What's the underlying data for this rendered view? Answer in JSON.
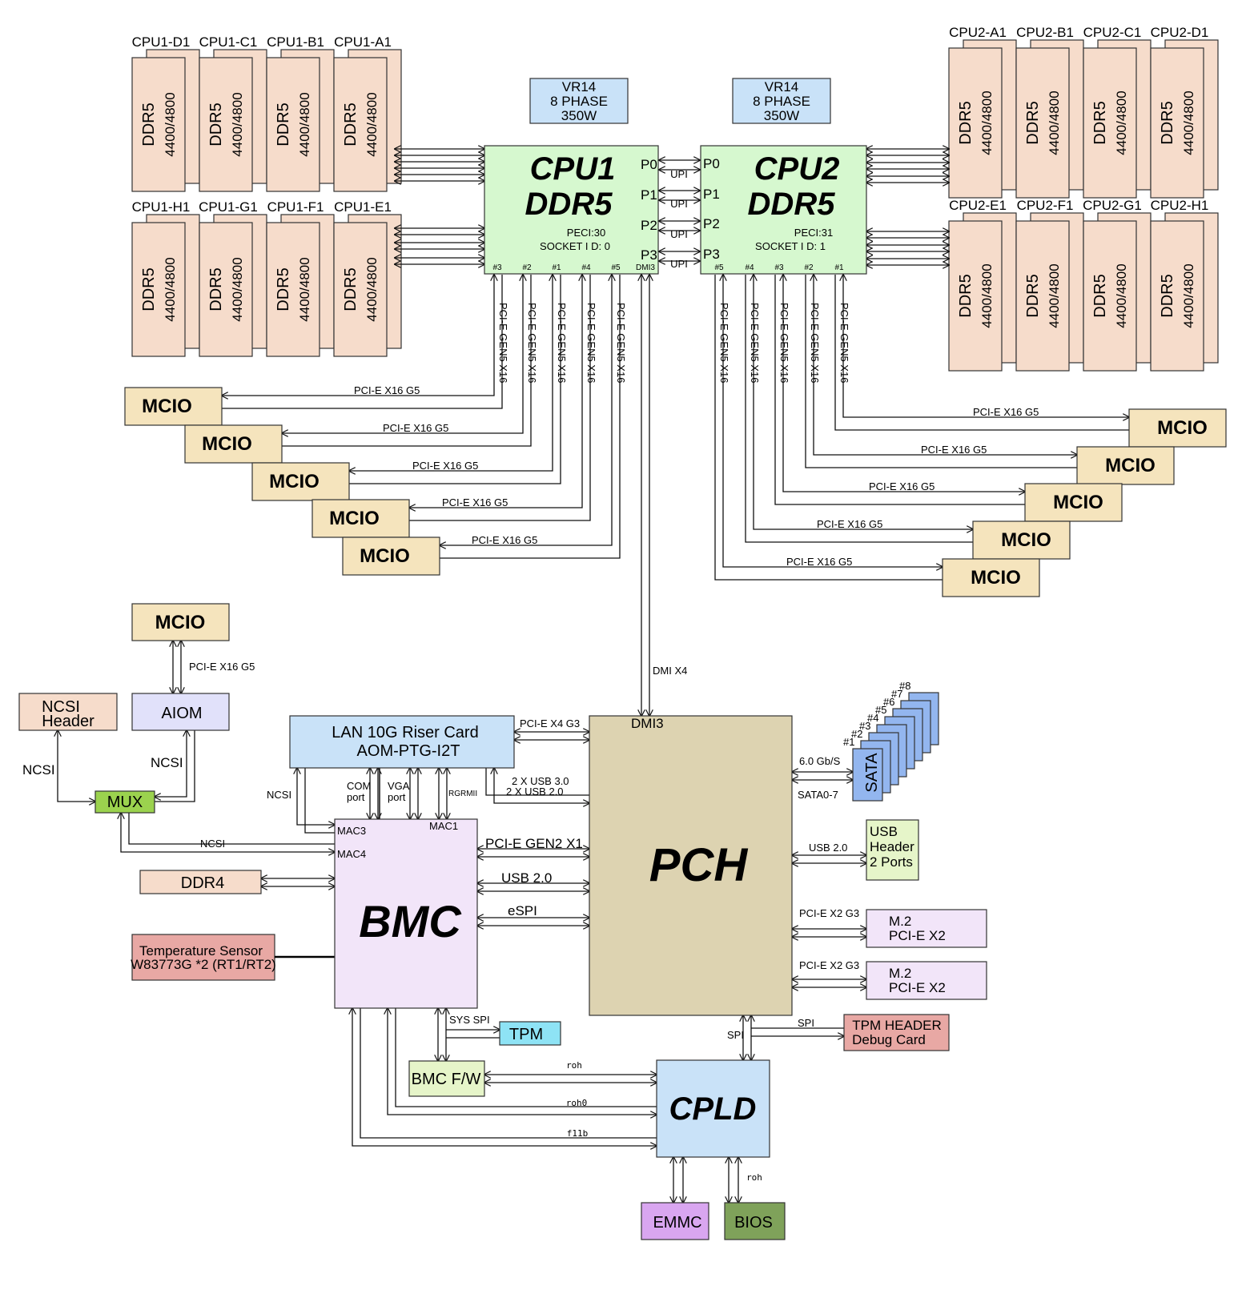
{
  "colors": {
    "dimm": "#f6dccb",
    "cpu": "#d6f8cf",
    "vr": "#c9e2f8",
    "mcio": "#f5e4bd",
    "pch": "#ddd3b1",
    "bmc": "#f2e5f9",
    "lan": "#c9e2f8",
    "aiom": "#e1e1fa",
    "ncsi_header": "#f6dccb",
    "mux": "#9bd24e",
    "ddr4": "#f6dccb",
    "temp_sensor": "#e8a8a4",
    "tpm": "#8ee3f5",
    "tpm_header": "#e8a8a4",
    "bmc_fw": "#e6f5c9",
    "cpld": "#c9e2f8",
    "emmc": "#d9a6f0",
    "bios": "#7fa25a",
    "usb_header": "#e6f5c9",
    "m2": "#f2e5f9",
    "sata": "#93b6ef"
  },
  "cpu1": {
    "title1": "CPU1",
    "title2": "DDR5",
    "peci": "PECI:30",
    "socket": "SOCKET  I D: 0",
    "ports": [
      "P0",
      "P1",
      "P2",
      "P3"
    ],
    "bottom_ports": [
      "#3",
      "#2",
      "#1",
      "#4",
      "#5",
      "DMI3"
    ]
  },
  "cpu2": {
    "title1": "CPU2",
    "title2": "DDR5",
    "peci": "PECI:31",
    "socket": "SOCKET  I D: 1",
    "ports": [
      "P0",
      "P1",
      "P2",
      "P3"
    ],
    "bottom_ports": [
      "#5",
      "#4",
      "#3",
      "#2",
      "#1"
    ]
  },
  "upi_label": "UPI",
  "vr": {
    "line1": "VR14",
    "line2": "8 PHASE",
    "line3": "350W"
  },
  "dimm": {
    "type": "DDR5",
    "speed": "4400/4800"
  },
  "dimm_labels": {
    "cpu1_top": [
      "CPU1-D1",
      "CPU1-C1",
      "CPU1-B1",
      "CPU1-A1"
    ],
    "cpu1_bottom": [
      "CPU1-H1",
      "CPU1-G1",
      "CPU1-F1",
      "CPU1-E1"
    ],
    "cpu2_top": [
      "CPU2-A1",
      "CPU2-B1",
      "CPU2-C1",
      "CPU2-D1"
    ],
    "cpu2_bottom": [
      "CPU2-E1",
      "CPU2-F1",
      "CPU2-G1",
      "CPU2-H1"
    ]
  },
  "pcie_gen5_label": "PCI-E GEN5 X16",
  "pcie_x16_g5": "PCI-E X16 G5",
  "mcio_label": "MCIO",
  "dmi_x4": "DMI X4",
  "dmi3": "DMI3",
  "pch_label": "PCH",
  "bmc_label": "BMC",
  "cpld_label": "CPLD",
  "lan": {
    "line1": "LAN 10G Riser Card",
    "line2": "AOM-PTG-I2T"
  },
  "aiom_label": "AIOM",
  "ncsi_header": {
    "line1": "NCSI",
    "line2": "Header"
  },
  "mux_label": "MUX",
  "ncsi": "NCSI",
  "ddr4_label": "DDR4",
  "temp_sensor": {
    "line1": "Temperature Sensor",
    "line2": "W83773G *2 (RT1/RT2)"
  },
  "bmc_ports": {
    "mac3": "MAC3",
    "mac4": "MAC4",
    "mac1": "MAC1"
  },
  "lan_sub": {
    "com1": "COM",
    "com2": "port",
    "vga1": "VGA",
    "vga2": "port",
    "rgrmii": "RGRMII"
  },
  "pcie_x4_g3": "PCI-E X4 G3",
  "usb3_line1": "2 X USB 3.0",
  "usb3_line2": "2 X USB 2.0",
  "pcie_gen2_x1": "PCI-E GEN2 X1",
  "usb20": "USB 2.0",
  "espi": "eSPI",
  "sata": {
    "speed": "6.0 Gb/S",
    "ports": "SATA0-7",
    "label": "SATA",
    "nums": [
      "#1",
      "#2",
      "#3",
      "#4",
      "#5",
      "#6",
      "#7",
      "#8"
    ]
  },
  "usb_header": {
    "line1": "USB",
    "line2": "Header",
    "line3": "2 Ports"
  },
  "pcie_x2_g3": "PCI-E X2 G3",
  "m2": {
    "line1": "M.2",
    "line2": "PCI-E X2"
  },
  "spi": "SPI",
  "sys_spi": "SYS SPI",
  "tpm_label": "TPM",
  "tpm_header": {
    "line1": "TPM HEADER",
    "line2": "Debug Card"
  },
  "bmc_fw_label": "BMC F/W",
  "roh": "roh",
  "roh0": "roh0",
  "f11b": "f11b",
  "emmc_label": "EMMC",
  "bios_label": "BIOS"
}
